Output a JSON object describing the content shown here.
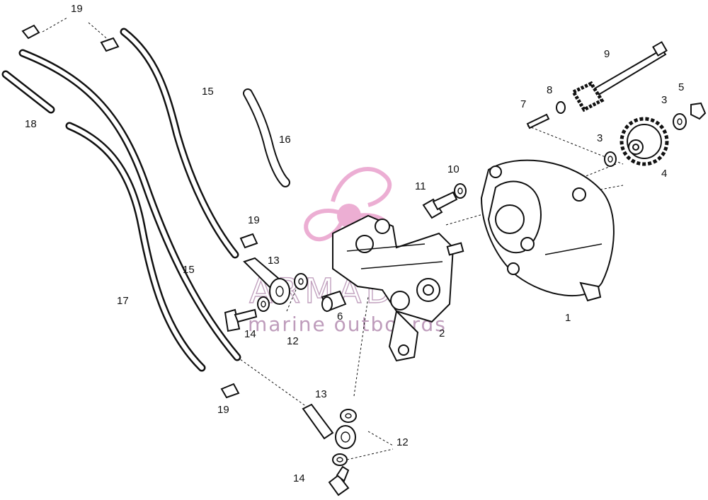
{
  "watermark": {
    "brand": "ARMADA",
    "subtitle": "marine outboards",
    "logo_color": "#e9a0cc"
  },
  "callouts": [
    {
      "id": "c1",
      "text": "1"
    },
    {
      "id": "c2",
      "text": "2"
    },
    {
      "id": "c3a",
      "text": "3"
    },
    {
      "id": "c3b",
      "text": "3"
    },
    {
      "id": "c4",
      "text": "4"
    },
    {
      "id": "c5",
      "text": "5"
    },
    {
      "id": "c6",
      "text": "6"
    },
    {
      "id": "c7",
      "text": "7"
    },
    {
      "id": "c8",
      "text": "8"
    },
    {
      "id": "c9",
      "text": "9"
    },
    {
      "id": "c10",
      "text": "10"
    },
    {
      "id": "c11",
      "text": "11"
    },
    {
      "id": "c12a",
      "text": "12"
    },
    {
      "id": "c12b",
      "text": "12"
    },
    {
      "id": "c13a",
      "text": "13"
    },
    {
      "id": "c13b",
      "text": "13"
    },
    {
      "id": "c14a",
      "text": "14"
    },
    {
      "id": "c14b",
      "text": "14"
    },
    {
      "id": "c15a",
      "text": "15"
    },
    {
      "id": "c15b",
      "text": "15"
    },
    {
      "id": "c16",
      "text": "16"
    },
    {
      "id": "c17",
      "text": "17"
    },
    {
      "id": "c18",
      "text": "18"
    },
    {
      "id": "c19a",
      "text": "19"
    },
    {
      "id": "c19b",
      "text": "19"
    },
    {
      "id": "c19c",
      "text": "19"
    }
  ]
}
